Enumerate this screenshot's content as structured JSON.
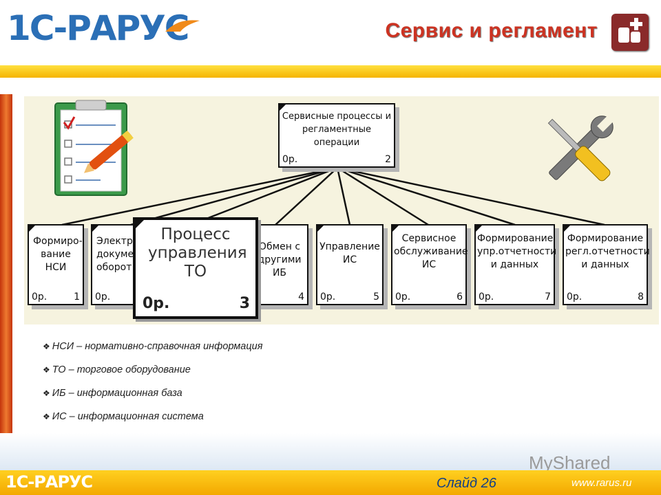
{
  "header": {
    "logo": "1С-РАРУС",
    "title": "Сервис и регламент"
  },
  "diagram": {
    "root": {
      "label": "Сервисные процессы и регламентные операции",
      "cost": "0р.",
      "number": "2"
    },
    "children": [
      {
        "label": "Формиро-вание НСИ",
        "cost": "0р.",
        "number": "1"
      },
      {
        "label": "Электронный документо-оборот",
        "cost": "0р.",
        "number": ""
      },
      {
        "label": "Обмен с другими ИБ",
        "cost": "",
        "number": "4"
      },
      {
        "label": "Управление ИС",
        "cost": "0р.",
        "number": "5"
      },
      {
        "label": "Сервисное обслуживание ИС",
        "cost": "0р.",
        "number": "6"
      },
      {
        "label": "Формирование упр.отчетности и данных",
        "cost": "0р.",
        "number": "7"
      },
      {
        "label": "Формирование регл.отчетности и данных",
        "cost": "0р.",
        "number": "8"
      }
    ],
    "zoom": {
      "label": "Процесс управления ТО",
      "cost": "0р.",
      "number": "3"
    }
  },
  "legend": [
    "НСИ – нормативно-справочная информация",
    "ТО – торговое оборудование",
    "ИБ – информационная база",
    "ИС – информационная система"
  ],
  "footer": {
    "logo": "1С-РАРУС",
    "slide": "Слайд 26",
    "url": "www.rarus.ru",
    "watermark": "MyShared"
  },
  "colors": {
    "accent": "#cc3322",
    "bar": "#f5b400",
    "brand": "#2b6fb6"
  }
}
